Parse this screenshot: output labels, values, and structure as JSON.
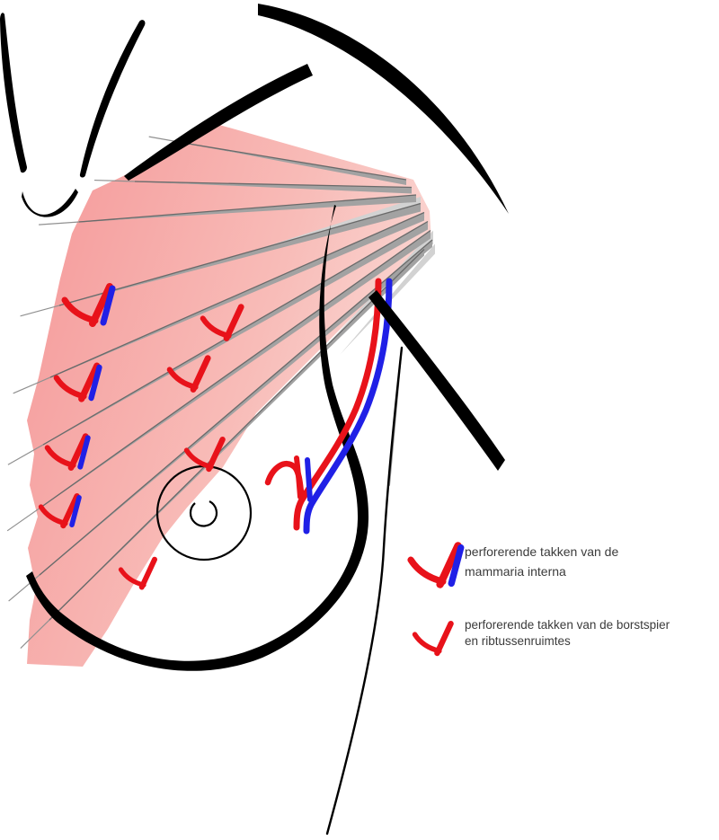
{
  "legend": {
    "items": [
      {
        "symbol": "artery-vein-check",
        "line1": "perforerende takken van de",
        "line2": "mammaria interna"
      },
      {
        "symbol": "artery-check",
        "line1": "perforerende takken van de borstspier",
        "line2": "en ribtussenruimtes"
      }
    ]
  },
  "colors": {
    "background": "#ffffff",
    "outline": "#000000",
    "muscle_pink": "#f59c9c",
    "muscle_pink_mid": "#f8bcb8",
    "muscle_pink_light": "#fbe0dc",
    "fiber_gray": "#a2a2a2",
    "fiber_gray_dark": "#6a6a6a",
    "fiber_gray_light": "#d2d2d2",
    "artery_red": "#e8121a",
    "vein_blue": "#2020e6",
    "text": "#3b3b3b"
  }
}
